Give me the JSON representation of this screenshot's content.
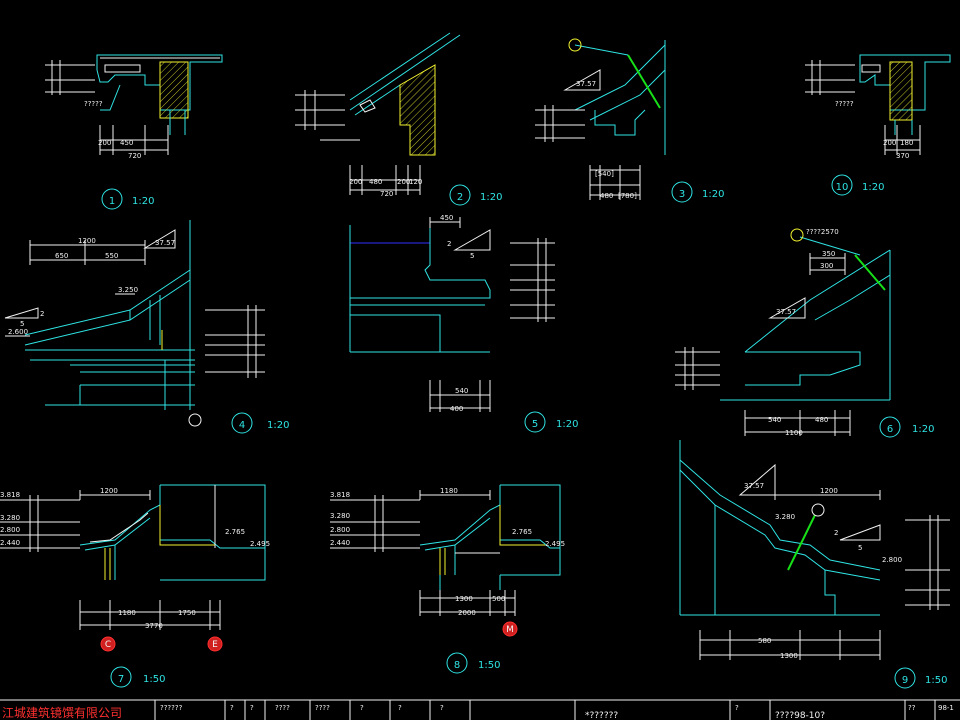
{
  "details": [
    {
      "num": "1",
      "scale": "1:20",
      "dims_h": [
        "200",
        "450",
        "720"
      ],
      "note": "?????"
    },
    {
      "num": "2",
      "scale": "1:20",
      "dims_h": [
        "200",
        "480",
        "200",
        "120",
        "720"
      ]
    },
    {
      "num": "3",
      "scale": "1:20",
      "slope": "37.57",
      "dims_h": [
        "480",
        "[780]"
      ],
      "dim_top": "[540]"
    },
    {
      "num": "10",
      "scale": "1:20",
      "dims_h": [
        "200",
        "180",
        "370"
      ],
      "note": "?????"
    },
    {
      "num": "4",
      "scale": "1:20",
      "slope": "37.57",
      "dims_top": [
        "1200",
        "650",
        "550"
      ],
      "levels": [
        "3.250",
        "2.600"
      ],
      "ratio": [
        "2",
        "5"
      ]
    },
    {
      "num": "5",
      "scale": "1:20",
      "dim_top": "450",
      "ratio": [
        "2",
        "5"
      ],
      "dims_h": [
        "540",
        "400"
      ]
    },
    {
      "num": "6",
      "scale": "1:20",
      "slope": "37.57",
      "callout": "????2570",
      "dims_h": [
        "540",
        "480",
        "1100"
      ],
      "dims_top": [
        "350",
        "300"
      ]
    },
    {
      "num": "7",
      "scale": "1:50",
      "levels": [
        "3.818",
        "3.280",
        "2.800",
        "2.440"
      ],
      "end_levels": [
        "2.765",
        "2.495"
      ],
      "dims_h": [
        "1180",
        "1750",
        "3770"
      ],
      "dim_top": "1200",
      "axes": [
        "C",
        "E"
      ]
    },
    {
      "num": "8",
      "scale": "1:50",
      "levels": [
        "3.818",
        "3.280",
        "2.800",
        "2.440"
      ],
      "end_levels": [
        "2.765",
        "2.495"
      ],
      "dims_h": [
        "1300",
        "500",
        "2000"
      ],
      "dim_top": "1180",
      "axes": [
        "M"
      ]
    },
    {
      "num": "9",
      "scale": "1:50",
      "slope": "37.57",
      "dims_top": [
        "1200"
      ],
      "levels": [
        "3.280",
        "2.800"
      ],
      "ratio": [
        "2",
        "5"
      ],
      "dims_h": [
        "580",
        "1300"
      ]
    }
  ],
  "title_block": {
    "company": "江城建筑镜馔有限公司",
    "cells": [
      "??????",
      "?",
      "?",
      "????",
      "????",
      "?",
      "?",
      "?"
    ],
    "drawing_name": "*??????",
    "drawing_no": "????98-10?",
    "sheet": "98-1",
    "marks": [
      "??",
      "?"
    ]
  },
  "colors": {
    "background": "#000000",
    "cyan": "#2fe3e3",
    "white": "#f2f2f2",
    "yellow": "#f2f230",
    "green": "#18e018",
    "red": "#ff3030",
    "blue": "#3030ff"
  }
}
